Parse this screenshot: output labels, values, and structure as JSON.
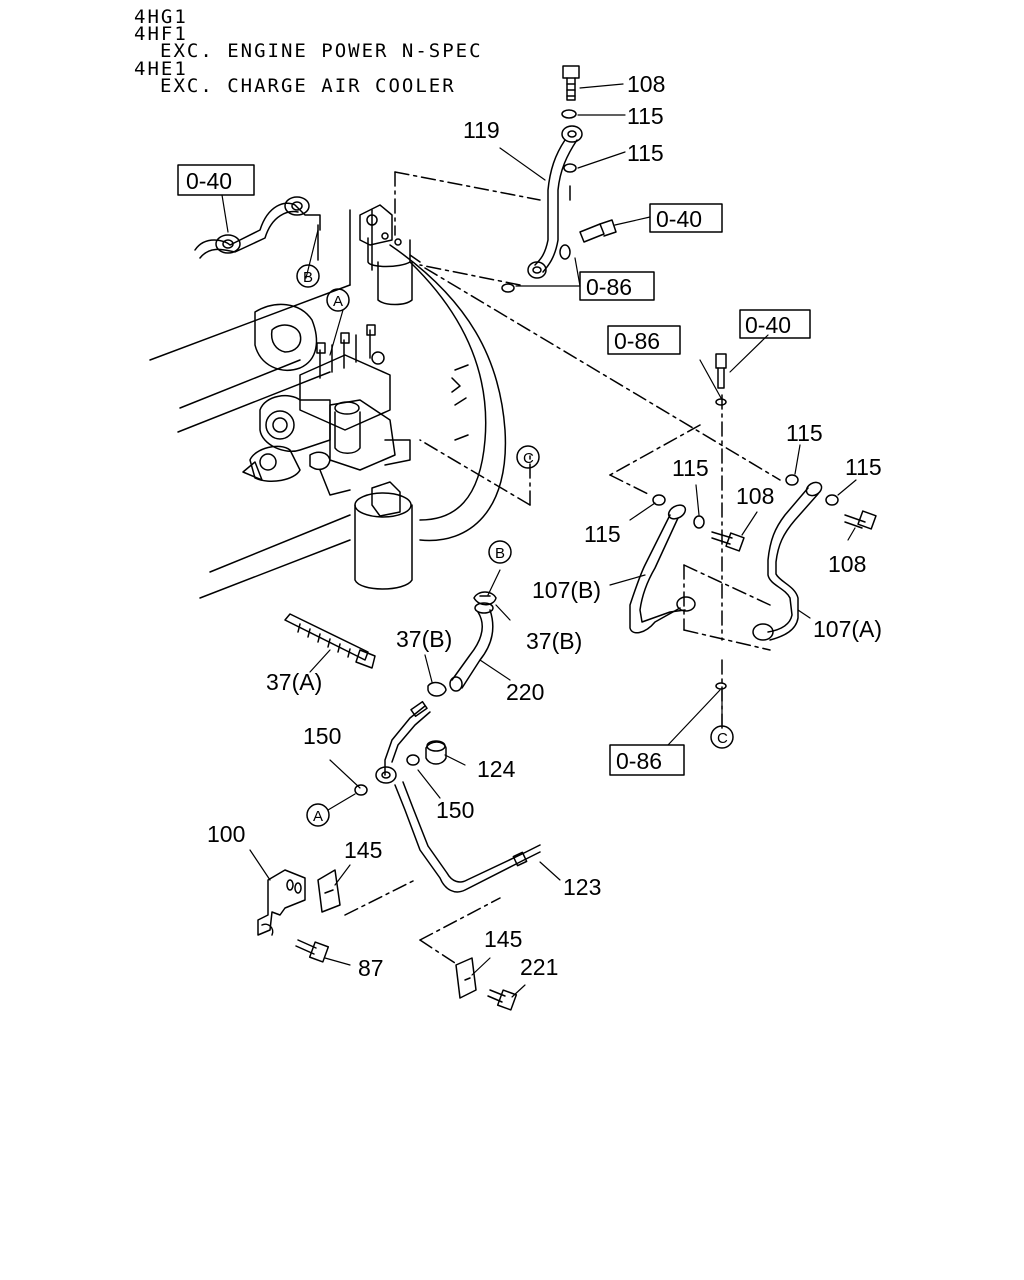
{
  "header": {
    "lines": [
      "4HG1",
      "4HF1",
      "EXC. ENGINE POWER N-SPEC",
      "4HE1",
      "EXC. CHARGE AIR COOLER"
    ]
  },
  "ref_boxes": [
    "0-40",
    "0-40",
    "0-86",
    "0-86",
    "0-40",
    "0-86"
  ],
  "circle_refs": [
    "A",
    "A",
    "B",
    "B",
    "C",
    "C"
  ],
  "part_labels": [
    "108",
    "115",
    "119",
    "115",
    "115",
    "115",
    "115",
    "108",
    "108",
    "115",
    "107(B)",
    "107(A)",
    "37(A)",
    "37(B)",
    "37(B)",
    "220",
    "150",
    "124",
    "150",
    "100",
    "145",
    "123",
    "87",
    "145",
    "221"
  ]
}
